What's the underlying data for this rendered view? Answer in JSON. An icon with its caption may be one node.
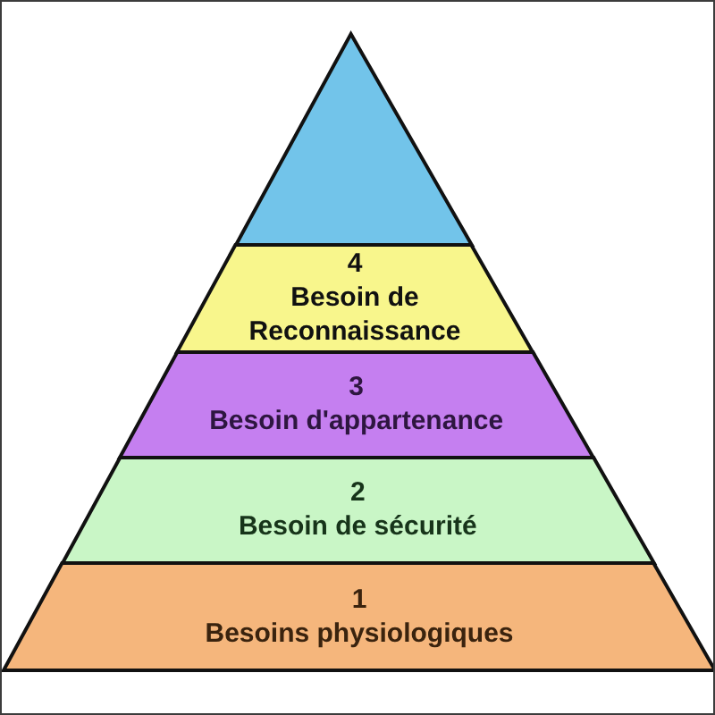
{
  "diagram": {
    "nodes": [
      {
        "text": [],
        "shape": "triangle"
      },
      {
        "text": [
          "4",
          "Besoin de Reconnaissance"
        ]
      },
      {
        "text": [
          "3",
          "Besoin d'appartenance"
        ]
      },
      {
        "text": [
          "2",
          "Besoin de sécurité"
        ]
      },
      {
        "text": [
          "1",
          "Besoins physiologiques"
        ]
      }
    ]
  }
}
